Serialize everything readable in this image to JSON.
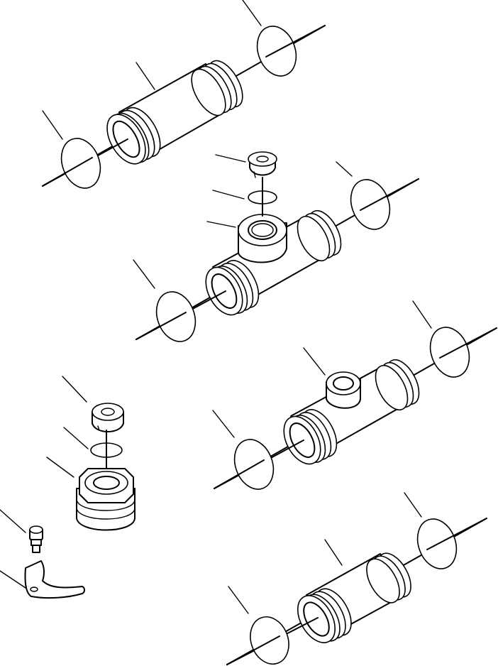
{
  "figure": {
    "type": "exploded parts illustration",
    "background": "#ffffff",
    "line_color": "#000000"
  },
  "parts": [
    {
      "name": "straight-tube-top",
      "kind": "tube"
    },
    {
      "name": "o-ring-top-right",
      "kind": "o-ring"
    },
    {
      "name": "o-ring-top-left",
      "kind": "o-ring"
    },
    {
      "name": "tee-fitting-upper",
      "kind": "tee"
    },
    {
      "name": "plug-upper",
      "kind": "plug"
    },
    {
      "name": "washer-upper",
      "kind": "o-ring"
    },
    {
      "name": "o-ring-tee-right",
      "kind": "o-ring"
    },
    {
      "name": "o-ring-tee-left",
      "kind": "o-ring"
    },
    {
      "name": "tee-fitting-lower",
      "kind": "tee"
    },
    {
      "name": "o-ring-lower-tee-right",
      "kind": "o-ring"
    },
    {
      "name": "o-ring-lower-tee-left",
      "kind": "o-ring"
    },
    {
      "name": "plug-lower",
      "kind": "plug"
    },
    {
      "name": "washer-lower",
      "kind": "o-ring"
    },
    {
      "name": "hex-adapter",
      "kind": "adapter"
    },
    {
      "name": "bolt",
      "kind": "bolt"
    },
    {
      "name": "clamp-bracket",
      "kind": "bracket"
    },
    {
      "name": "straight-tube-bottom",
      "kind": "tube"
    },
    {
      "name": "o-ring-bottom-right",
      "kind": "o-ring"
    },
    {
      "name": "o-ring-bottom-left",
      "kind": "o-ring"
    }
  ]
}
